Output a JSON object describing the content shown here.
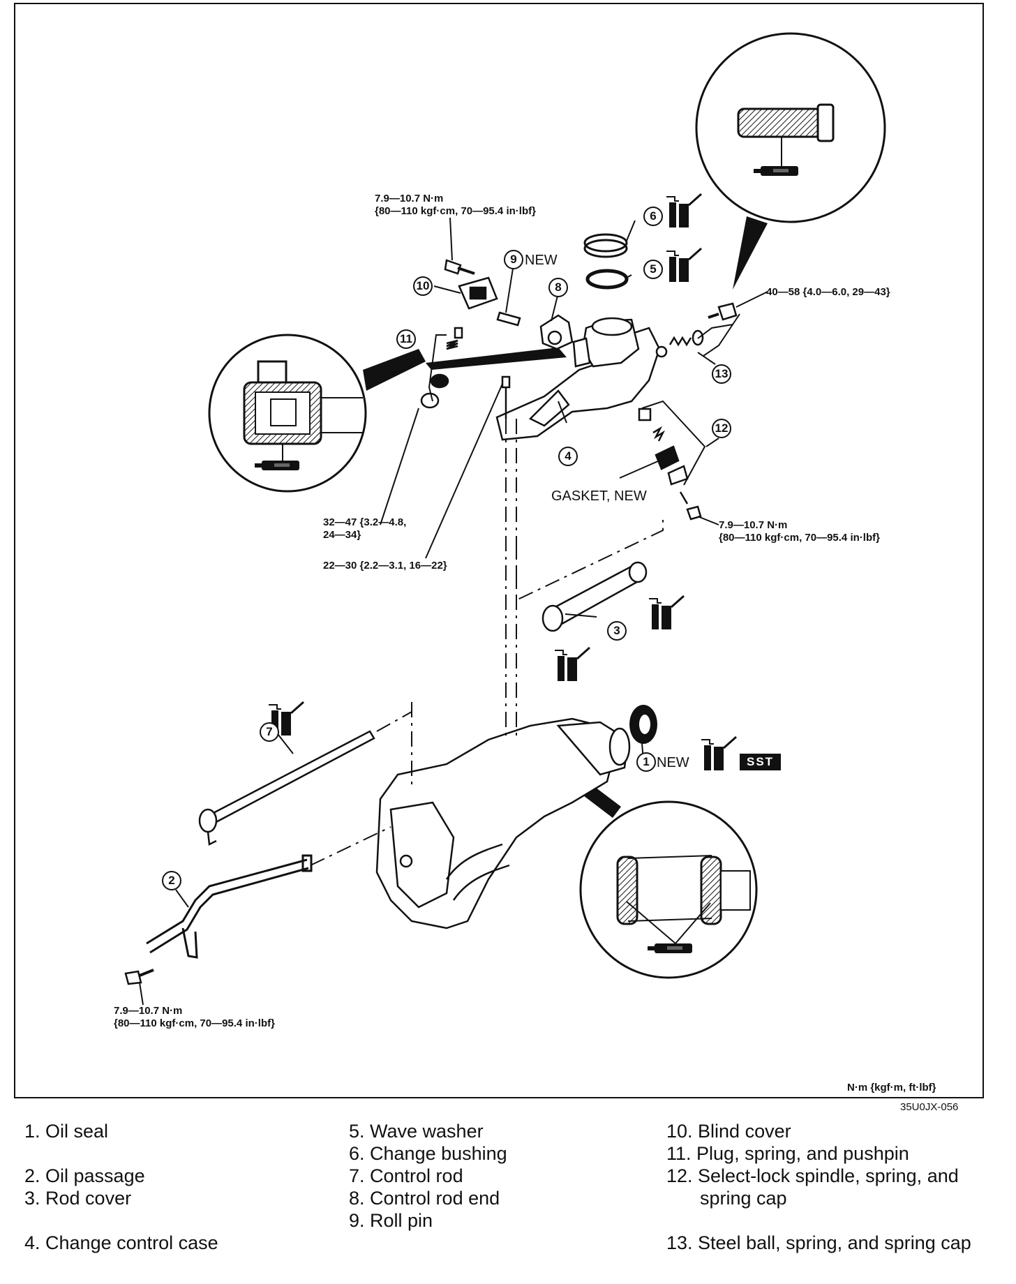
{
  "diagram": {
    "callouts": {
      "c1": "1",
      "c1_tag": "NEW",
      "c2": "2",
      "c3": "3",
      "c4": "4",
      "c5": "5",
      "c6": "6",
      "c7": "7",
      "c8": "8",
      "c9": "9",
      "c9_tag": "NEW",
      "c10": "10",
      "c11": "11",
      "c12": "12",
      "c13": "13"
    },
    "sst_label": "SST",
    "gasket_label": "GASKET, NEW",
    "torques": {
      "t_blind_cover_1": "7.9—10.7 N·m",
      "t_blind_cover_2": "{80—110 kgf·cm, 70—95.4 in·lbf}",
      "t_plug": "40—58 {4.0—6.0, 29—43}",
      "t_select_lock_1": "7.9—10.7 N·m",
      "t_select_lock_2": "{80—110 kgf·cm, 70—95.4 in·lbf}",
      "t_plug11_1": "32—47 {3.2—4.8,",
      "t_plug11_2": "24—34}",
      "t_bolt": "22—30 {2.2—3.1, 16—22}",
      "t_oil_passage_1": "7.9—10.7 N·m",
      "t_oil_passage_2": "{80—110 kgf·cm, 70—95.4 in·lbf}"
    },
    "units_note": "N·m {kgf·m, ft·lbf}",
    "figure_code": "35U0JX-056"
  },
  "legend": {
    "col1": [
      "1. Oil seal",
      "2. Oil passage",
      "3. Rod cover",
      "4. Change control case"
    ],
    "col2": [
      "5. Wave washer",
      "6. Change bushing",
      "7. Control rod",
      "8. Control rod end",
      "9. Roll pin"
    ],
    "col3_a": [
      "10. Blind cover",
      "11. Plug, spring, and pushpin"
    ],
    "col3_b": "12. Select-lock spindle, spring, and spring cap",
    "col3_c": "13. Steel ball, spring, and spring cap"
  },
  "colors": {
    "ink": "#111111",
    "paper": "#ffffff"
  },
  "icons": [
    "grease-tube-icon",
    "sealant-tube-icon",
    "bolt-icon"
  ]
}
